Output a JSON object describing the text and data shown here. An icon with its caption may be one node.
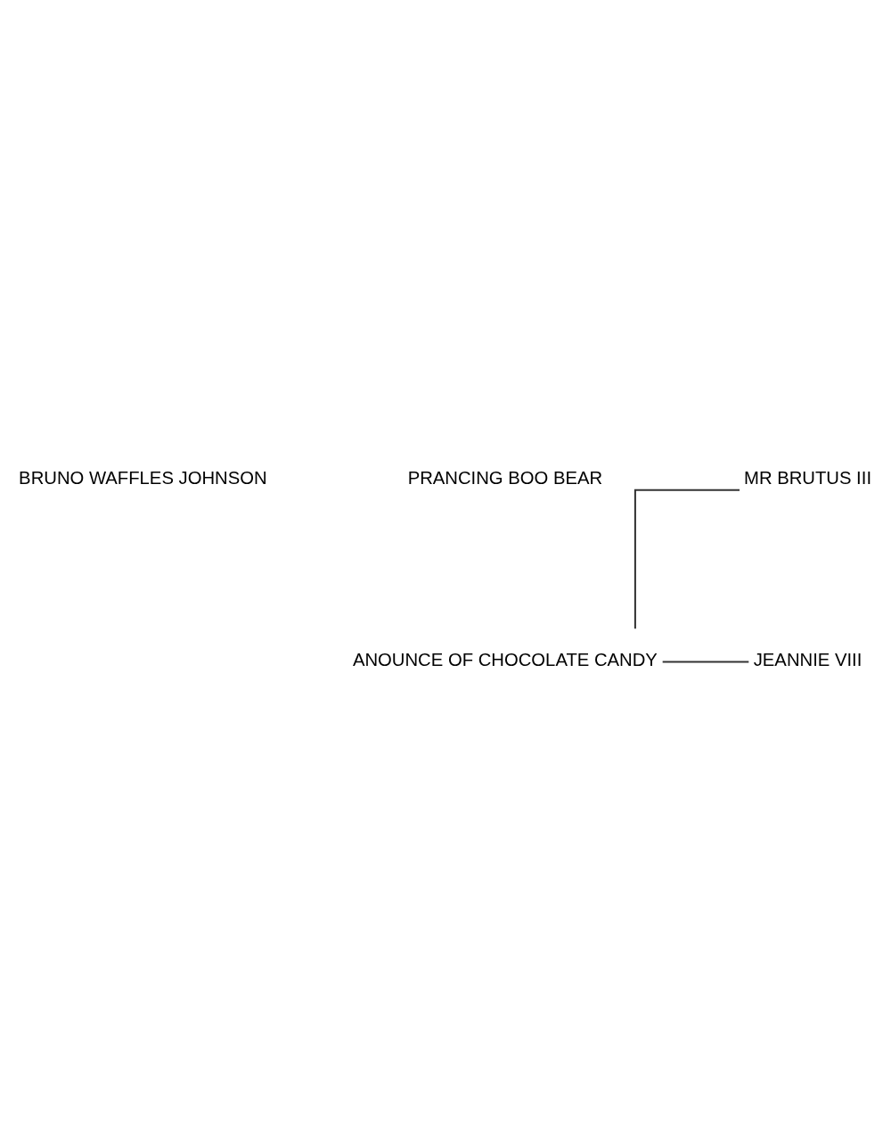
{
  "diagram": {
    "nodes": [
      {
        "text": [
          "PRANCING BOO BEAR"
        ]
      },
      {
        "text": [
          "BRUNO WAFFLES JOHNSON"
        ]
      },
      {
        "text": [
          "MR BRUTUS III"
        ]
      },
      {
        "text": [
          "ANOUNCE OF CHOCOLATE CANDY"
        ]
      },
      {
        "text": [
          "JEANNIE VIII"
        ]
      }
    ],
    "edges": [
      {
        "from": 3,
        "to": 2,
        "arrow": "none"
      },
      {
        "from": 3,
        "to": 4,
        "arrow": "none"
      }
    ]
  }
}
